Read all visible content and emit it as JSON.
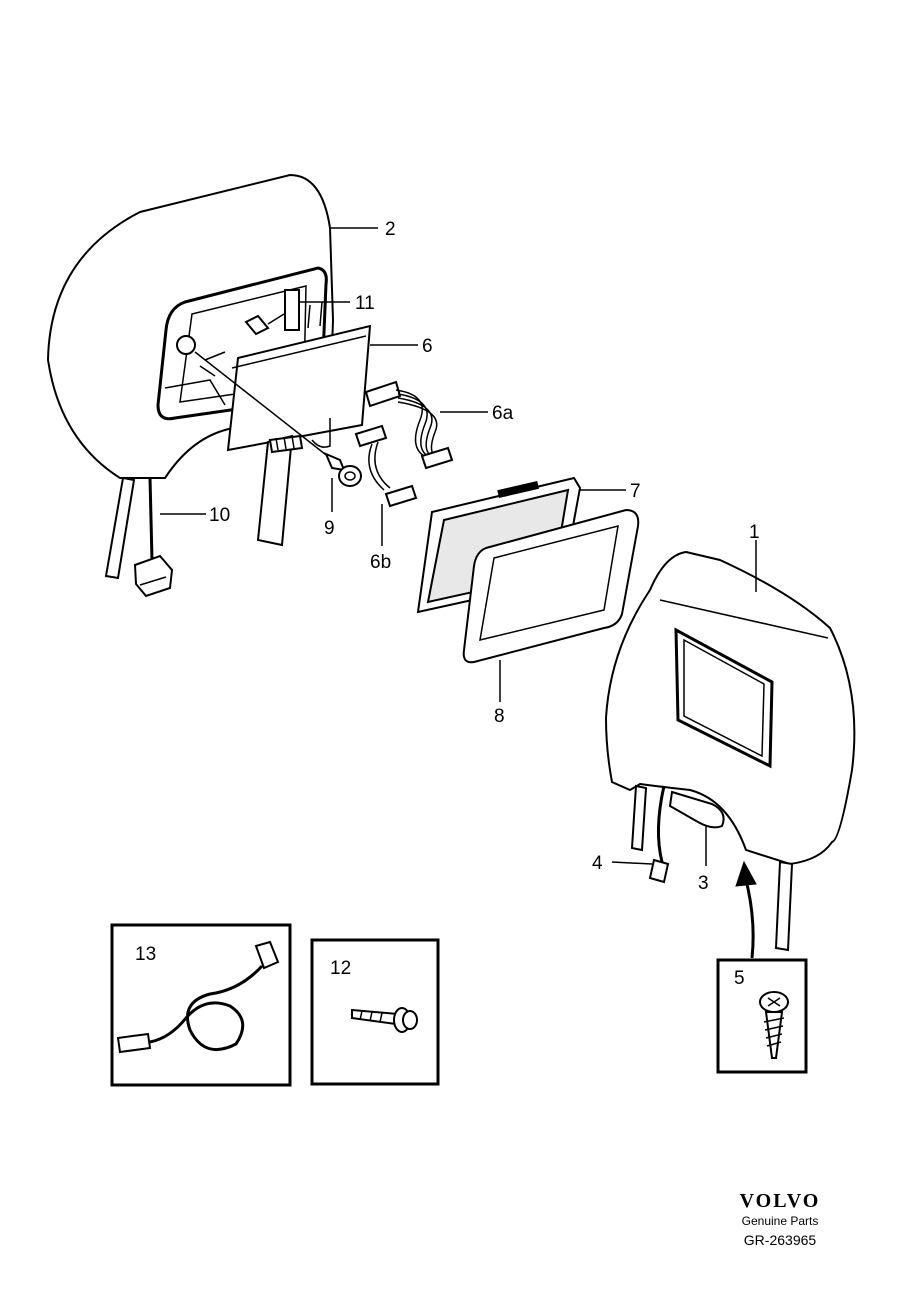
{
  "callouts": {
    "c1": "1",
    "c2": "2",
    "c3": "3",
    "c4": "4",
    "c5": "5",
    "c6": "6",
    "c6a": "6a",
    "c6b": "6b",
    "c7": "7",
    "c8": "8",
    "c9": "9",
    "c10": "10",
    "c11": "11",
    "c12": "12",
    "c13": "13"
  },
  "footer": {
    "brand": "VOLVO",
    "subtitle": "Genuine Parts",
    "reference": "GR-263965"
  },
  "colors": {
    "line": "#000000",
    "background": "#ffffff",
    "screen_fill": "#e8e8e8"
  }
}
